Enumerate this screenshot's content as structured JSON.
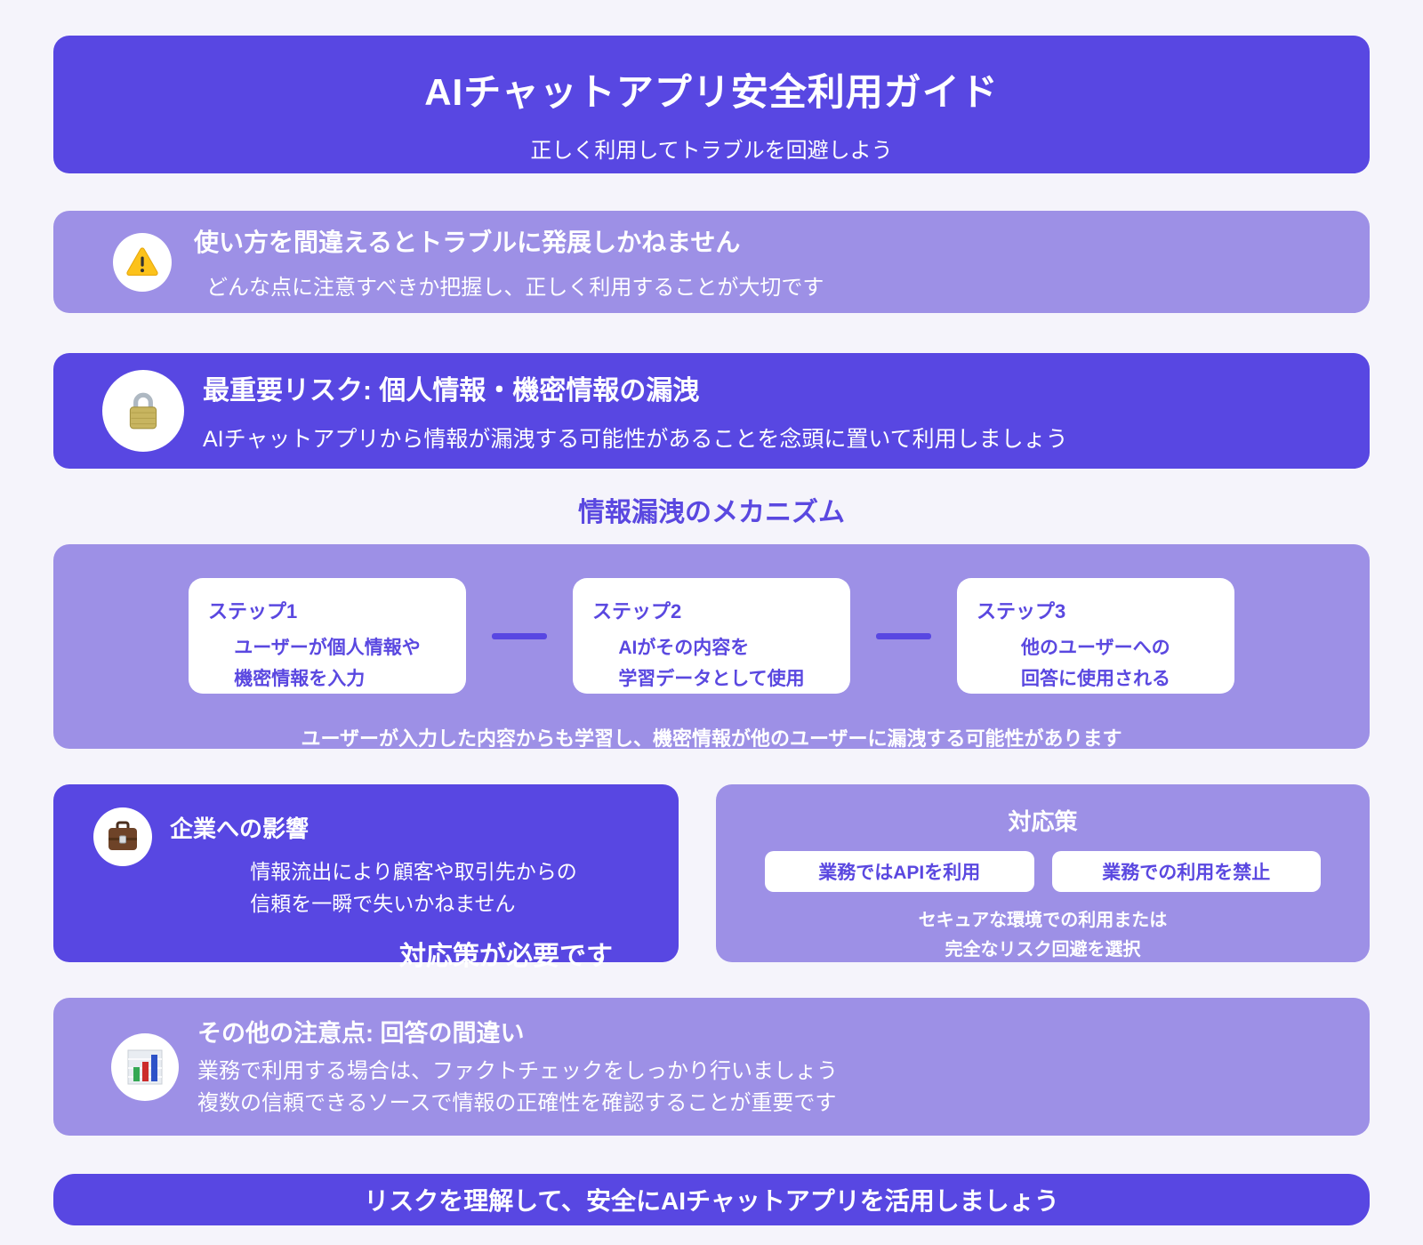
{
  "colors": {
    "primary": "#5847E2",
    "light": "#9D90E6",
    "bg": "#F5F4FB",
    "accent-text": "#5A48E0"
  },
  "header": {
    "title": "AIチャットアプリ安全利用ガイド",
    "subtitle": "正しく利用してトラブルを回避しよう"
  },
  "warning": {
    "icon": "warning-icon",
    "title": "使い方を間違えるとトラブルに発展しかねません",
    "subtitle": "どんな点に注意すべきか把握し、正しく利用することが大切です"
  },
  "risk": {
    "icon": "lock-icon",
    "title": "最重要リスク: 個人情報・機密情報の漏洩",
    "subtitle": "AIチャットアプリから情報が漏洩する可能性があることを念頭に置いて利用しましょう"
  },
  "mechanism": {
    "title": "情報漏洩のメカニズム",
    "steps": [
      {
        "label": "ステップ1",
        "line1": "ユーザーが個人情報や",
        "line2": "機密情報を入力"
      },
      {
        "label": "ステップ2",
        "line1": "AIがその内容を",
        "line2": "学習データとして使用"
      },
      {
        "label": "ステップ3",
        "line1": "他のユーザーへの",
        "line2": "回答に使用される"
      }
    ],
    "note": "ユーザーが入力した内容からも学習し、機密情報が他のユーザーに漏洩する可能性があります"
  },
  "impact": {
    "icon": "briefcase-icon",
    "title": "企業への影響",
    "line1": "情報流出により顧客や取引先からの",
    "line2": "信頼を一瞬で失いかねません",
    "highlight": "対応策が必要です"
  },
  "countermeasures": {
    "title": "対応策",
    "buttons": [
      "業務ではAPIを利用",
      "業務での利用を禁止"
    ],
    "note_line1": "セキュアな環境での利用または",
    "note_line2": "完全なリスク回避を選択"
  },
  "other": {
    "icon": "bar-chart-icon",
    "title": "その他の注意点: 回答の間違い",
    "line1": "業務で利用する場合は、ファクトチェックをしっかり行いましょう",
    "line2": "複数の信頼できるソースで情報の正確性を確認することが重要です"
  },
  "footer": {
    "text": "リスクを理解して、安全にAIチャットアプリを活用しましょう"
  }
}
